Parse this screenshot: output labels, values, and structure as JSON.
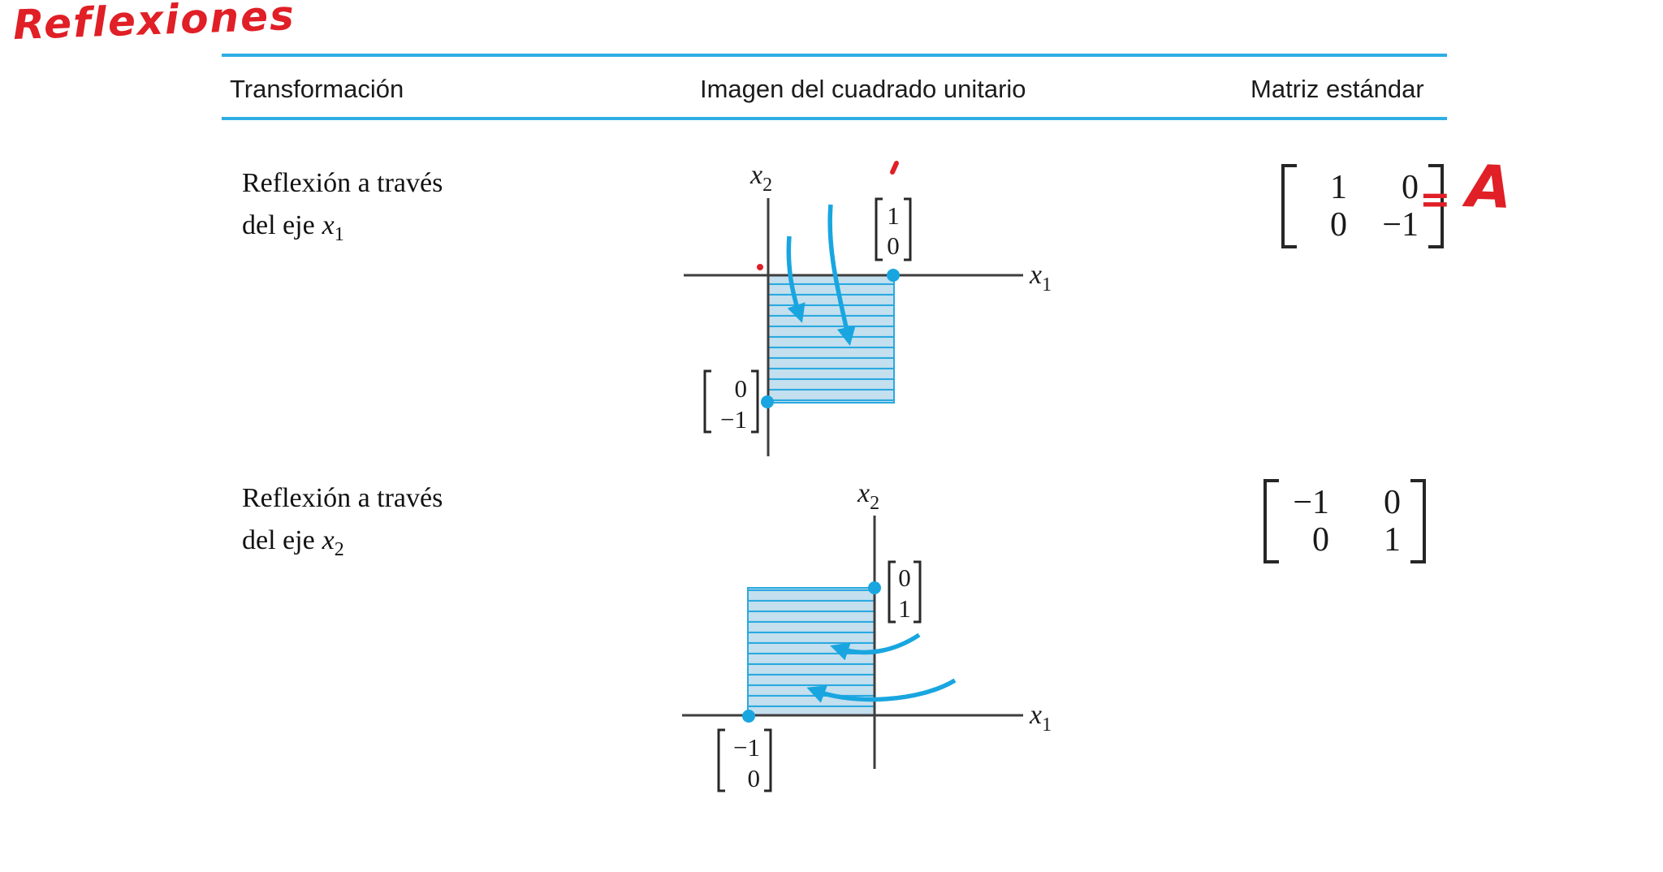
{
  "annotations": {
    "title": "Reflexiones",
    "equals_sign": "=",
    "matrix_name": "A"
  },
  "table": {
    "headers": {
      "transformation": "Transformación",
      "image": "Imagen del cuadrado unitario",
      "matrix": "Matriz estándar"
    }
  },
  "rows": [
    {
      "label": {
        "line1": "Reflexión a través",
        "line2": "del eje",
        "var": "x",
        "sub": "1"
      },
      "diagram": {
        "x_axis": {
          "var": "x",
          "sub": "1"
        },
        "y_axis": {
          "var": "x",
          "sub": "2"
        },
        "vectors": [
          {
            "top": "1",
            "bottom": "0"
          },
          {
            "top": "0",
            "bottom": "−1"
          }
        ]
      },
      "matrix": {
        "cells": [
          "1",
          "0",
          "0",
          "−1"
        ]
      }
    },
    {
      "label": {
        "line1": "Reflexión a través",
        "line2": "del eje",
        "var": "x",
        "sub": "2"
      },
      "diagram": {
        "x_axis": {
          "var": "x",
          "sub": "1"
        },
        "y_axis": {
          "var": "x",
          "sub": "2"
        },
        "vectors": [
          {
            "top": "0",
            "bottom": "1"
          },
          {
            "top": "−1",
            "bottom": "0"
          }
        ]
      },
      "matrix": {
        "cells": [
          "−1",
          "0",
          "0",
          "1"
        ]
      }
    }
  ],
  "colors": {
    "table_rule_cyan": "#2fade4",
    "figure_cyan": "#19a6e0",
    "square_fill": "#c4dfee",
    "axis_gray": "#3e3e3e",
    "annotation_red": "#e01f26",
    "text_black": "#1b1b1b"
  }
}
